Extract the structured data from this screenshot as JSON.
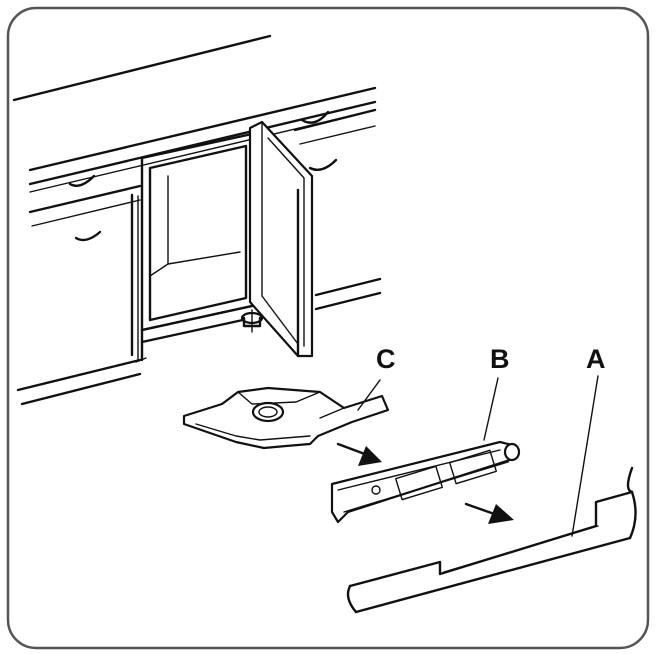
{
  "labels": {
    "a": "A",
    "b": "B",
    "c": "C"
  },
  "colors": {
    "line": "#111111",
    "background": "#ffffff",
    "frame": "#555555"
  }
}
